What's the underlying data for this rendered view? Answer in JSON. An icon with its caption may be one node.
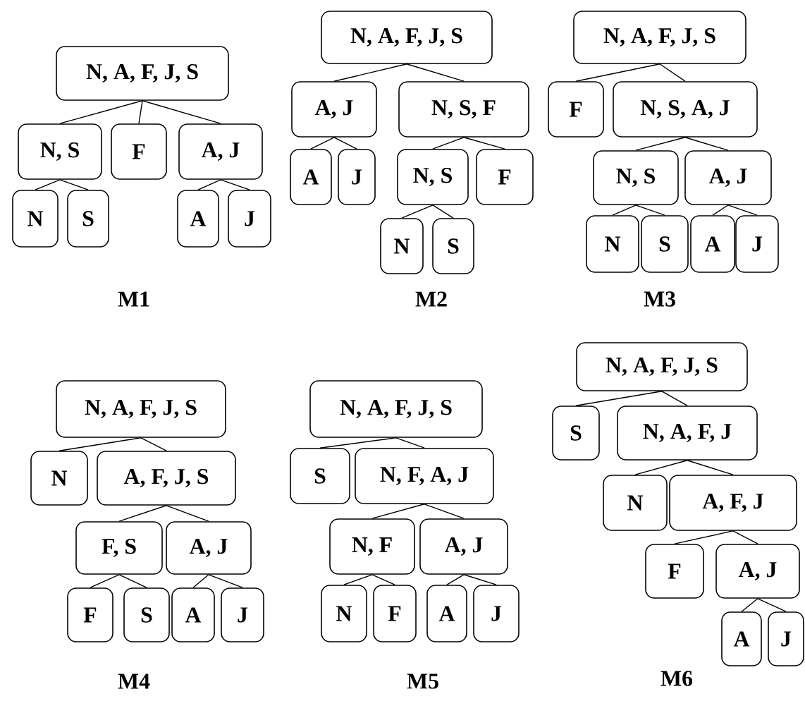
{
  "diagram": {
    "nodes": [
      {
        "text": [
          "N, A, F, J, S"
        ]
      },
      {
        "text": [
          "N, S"
        ]
      },
      {
        "text": [
          "F"
        ]
      },
      {
        "text": [
          "A, J"
        ]
      },
      {
        "text": [
          "N"
        ]
      },
      {
        "text": [
          "S"
        ]
      },
      {
        "text": [
          "A"
        ]
      },
      {
        "text": [
          "J"
        ]
      },
      {
        "text": [
          "N, A, F, J, S"
        ]
      },
      {
        "text": [
          "A, J"
        ]
      },
      {
        "text": [
          "N, S, F"
        ]
      },
      {
        "text": [
          "A"
        ]
      },
      {
        "text": [
          "J"
        ]
      },
      {
        "text": [
          "N, S"
        ]
      },
      {
        "text": [
          "F"
        ]
      },
      {
        "text": [
          "N"
        ]
      },
      {
        "text": [
          "S"
        ]
      },
      {
        "text": [
          "N, A, F, J, S"
        ]
      },
      {
        "text": [
          "F"
        ]
      },
      {
        "text": [
          "N, S, A, J"
        ]
      },
      {
        "text": [
          "N, S"
        ]
      },
      {
        "text": [
          "A, J"
        ]
      },
      {
        "text": [
          "N"
        ]
      },
      {
        "text": [
          "S"
        ]
      },
      {
        "text": [
          "A"
        ]
      },
      {
        "text": [
          "J"
        ]
      },
      {
        "text": [
          "N, A, F, J, S"
        ]
      },
      {
        "text": [
          "N"
        ]
      },
      {
        "text": [
          "A, F, J, S"
        ]
      },
      {
        "text": [
          "F, S"
        ]
      },
      {
        "text": [
          "A, J"
        ]
      },
      {
        "text": [
          "F"
        ]
      },
      {
        "text": [
          "S"
        ]
      },
      {
        "text": [
          "A"
        ]
      },
      {
        "text": [
          "J"
        ]
      },
      {
        "text": [
          "N, A, F, J, S"
        ]
      },
      {
        "text": [
          "S"
        ]
      },
      {
        "text": [
          "N, F, A, J"
        ]
      },
      {
        "text": [
          "N, F"
        ]
      },
      {
        "text": [
          "A, J"
        ]
      },
      {
        "text": [
          "N"
        ]
      },
      {
        "text": [
          "F"
        ]
      },
      {
        "text": [
          "A"
        ]
      },
      {
        "text": [
          "J"
        ]
      },
      {
        "text": [
          "N, A, F, J, S"
        ]
      },
      {
        "text": [
          "S"
        ]
      },
      {
        "text": [
          "N, A, F, J"
        ]
      },
      {
        "text": [
          "N"
        ]
      },
      {
        "text": [
          "A, F, J"
        ]
      },
      {
        "text": [
          "F"
        ]
      },
      {
        "text": [
          "A, J"
        ]
      },
      {
        "text": [
          "A"
        ]
      },
      {
        "text": [
          "J"
        ]
      }
    ],
    "edges": [
      {
        "from": 0,
        "to": 1,
        "arrow": "none"
      },
      {
        "from": 0,
        "to": 2,
        "arrow": "none"
      },
      {
        "from": 0,
        "to": 3,
        "arrow": "none"
      },
      {
        "from": 1,
        "to": 4,
        "arrow": "none"
      },
      {
        "from": 1,
        "to": 5,
        "arrow": "none"
      },
      {
        "from": 3,
        "to": 6,
        "arrow": "none"
      },
      {
        "from": 3,
        "to": 7,
        "arrow": "none"
      },
      {
        "from": 8,
        "to": 9,
        "arrow": "none"
      },
      {
        "from": 8,
        "to": 10,
        "arrow": "none"
      },
      {
        "from": 9,
        "to": 11,
        "arrow": "none"
      },
      {
        "from": 9,
        "to": 12,
        "arrow": "none"
      },
      {
        "from": 10,
        "to": 13,
        "arrow": "none"
      },
      {
        "from": 10,
        "to": 14,
        "arrow": "none"
      },
      {
        "from": 13,
        "to": 15,
        "arrow": "none"
      },
      {
        "from": 13,
        "to": 16,
        "arrow": "none"
      },
      {
        "from": 17,
        "to": 18,
        "arrow": "none"
      },
      {
        "from": 17,
        "to": 19,
        "arrow": "none"
      },
      {
        "from": 19,
        "to": 20,
        "arrow": "none"
      },
      {
        "from": 19,
        "to": 21,
        "arrow": "none"
      },
      {
        "from": 20,
        "to": 22,
        "arrow": "none"
      },
      {
        "from": 20,
        "to": 23,
        "arrow": "none"
      },
      {
        "from": 21,
        "to": 24,
        "arrow": "none"
      },
      {
        "from": 21,
        "to": 25,
        "arrow": "none"
      },
      {
        "from": 26,
        "to": 27,
        "arrow": "none"
      },
      {
        "from": 26,
        "to": 28,
        "arrow": "none"
      },
      {
        "from": 28,
        "to": 29,
        "arrow": "none"
      },
      {
        "from": 28,
        "to": 30,
        "arrow": "none"
      },
      {
        "from": 29,
        "to": 31,
        "arrow": "none"
      },
      {
        "from": 29,
        "to": 32,
        "arrow": "none"
      },
      {
        "from": 30,
        "to": 33,
        "arrow": "none"
      },
      {
        "from": 30,
        "to": 34,
        "arrow": "none"
      },
      {
        "from": 35,
        "to": 36,
        "arrow": "none"
      },
      {
        "from": 35,
        "to": 37,
        "arrow": "none"
      },
      {
        "from": 37,
        "to": 38,
        "arrow": "none"
      },
      {
        "from": 37,
        "to": 39,
        "arrow": "none"
      },
      {
        "from": 38,
        "to": 40,
        "arrow": "none"
      },
      {
        "from": 38,
        "to": 41,
        "arrow": "none"
      },
      {
        "from": 39,
        "to": 42,
        "arrow": "none"
      },
      {
        "from": 39,
        "to": 43,
        "arrow": "none"
      },
      {
        "from": 44,
        "to": 45,
        "arrow": "none"
      },
      {
        "from": 44,
        "to": 46,
        "arrow": "none"
      },
      {
        "from": 46,
        "to": 47,
        "arrow": "none"
      },
      {
        "from": 46,
        "to": 48,
        "arrow": "none"
      },
      {
        "from": 48,
        "to": 49,
        "arrow": "none"
      },
      {
        "from": 48,
        "to": 50,
        "arrow": "none"
      },
      {
        "from": 50,
        "to": 51,
        "arrow": "none"
      },
      {
        "from": 50,
        "to": 52,
        "arrow": "none"
      }
    ],
    "labels": [
      "M1",
      "M2",
      "M3",
      "M4",
      "M5",
      "M6"
    ]
  }
}
